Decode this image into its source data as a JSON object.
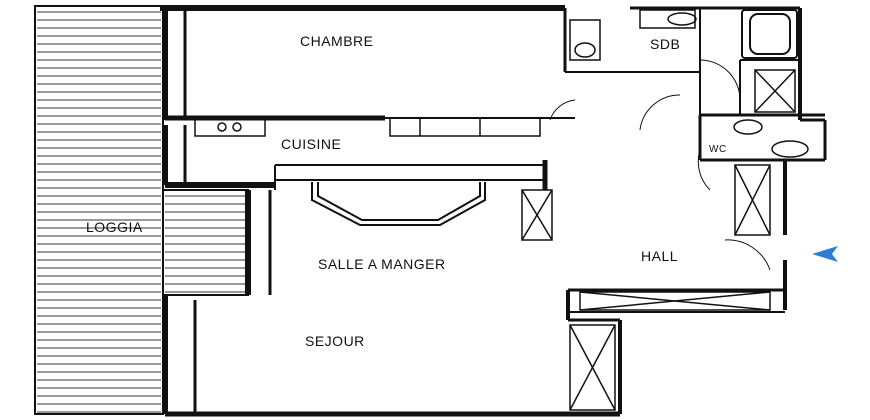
{
  "rooms": {
    "chambre": "CHAMBRE",
    "sdb": "SDB",
    "cuisine": "CUISINE",
    "wc": "WC",
    "loggia": "LOGGIA",
    "salle_a_manger": "SALLE A MANGER",
    "hall": "HALL",
    "sejour": "SEJOUR"
  },
  "icons": {
    "entrance": "entrance-arrow-icon"
  },
  "colors": {
    "wall": "#111111",
    "entrance_arrow": "#2a7fd4"
  }
}
